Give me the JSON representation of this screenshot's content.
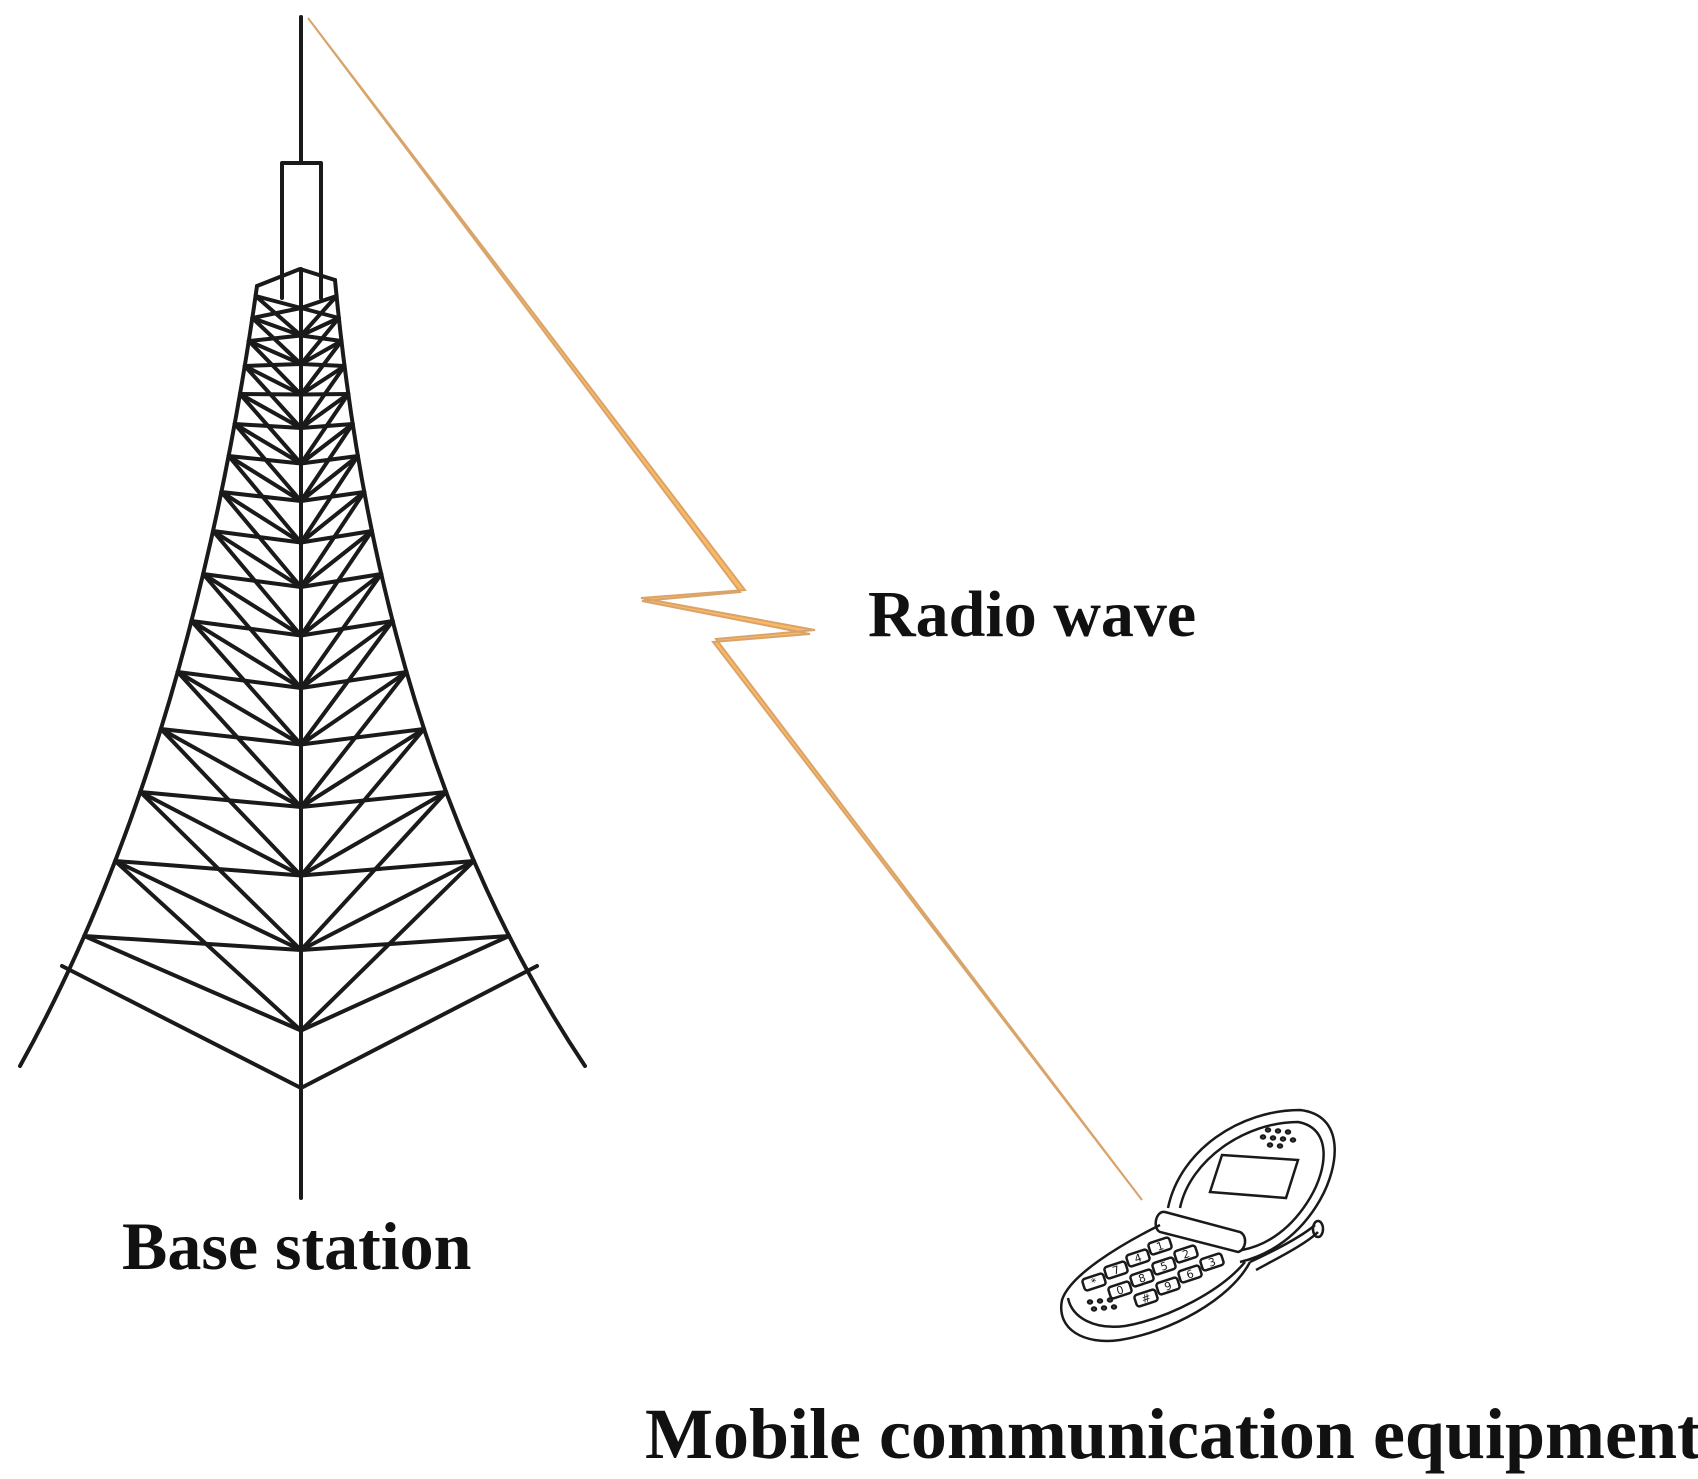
{
  "labels": {
    "radio_wave": "Radio wave",
    "base_station": "Base station",
    "mobile_equipment": "Mobile communication equipment"
  },
  "keypad": [
    "1",
    "2",
    "3",
    "4",
    "5",
    "6",
    "7",
    "8",
    "9",
    "*",
    "0",
    "#"
  ],
  "colors": {
    "line": "#1a1a1a",
    "wave_fill": "#FDB863",
    "wave_edge": "#D9A46A",
    "background": "#ffffff"
  }
}
